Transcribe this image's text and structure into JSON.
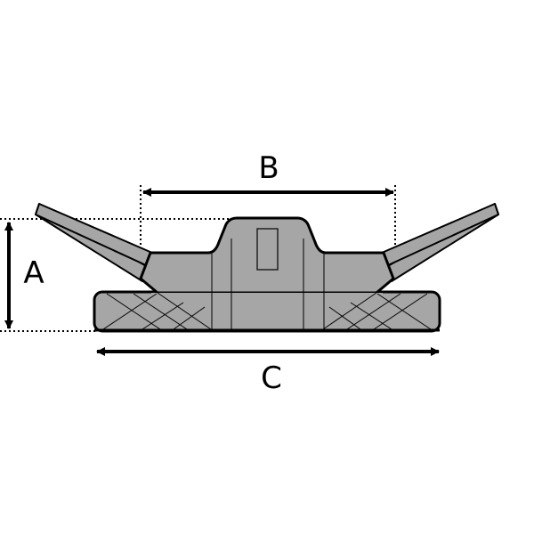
{
  "diagram": {
    "labels": {
      "a": "A",
      "b": "B",
      "c": "C"
    },
    "colors": {
      "body": "#a6a6a6",
      "outline": "#000000",
      "background": "#ffffff"
    }
  }
}
